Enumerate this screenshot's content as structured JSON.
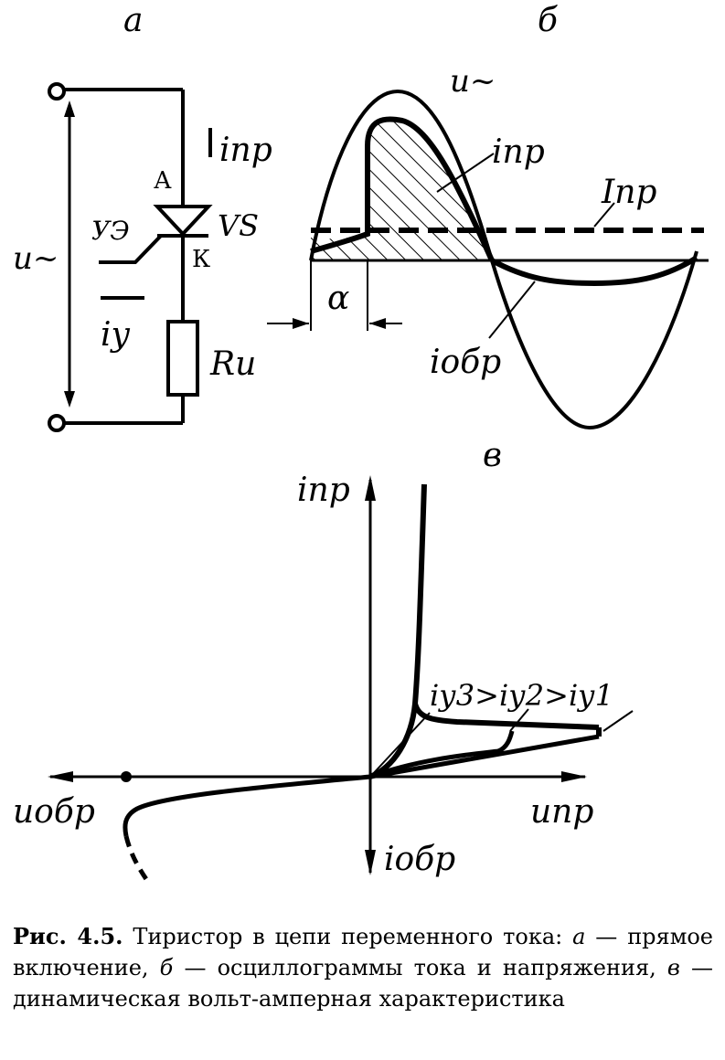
{
  "panels": {
    "a": "а",
    "b": "б",
    "v": "в"
  },
  "circuit": {
    "source_label": "u~",
    "current_forward": "iпр",
    "anode": "А",
    "cathode": "К",
    "control_electrode": "УЭ",
    "thyristor": "VS",
    "control_current": "iу",
    "load_resistor": "Rи"
  },
  "oscillogram": {
    "voltage_label": "u~",
    "current_label": "iпр",
    "holding_current_label": "Iпр",
    "angle_label": "α",
    "reverse_current_label": "iобр"
  },
  "vac": {
    "y_pos_label": "iпр",
    "y_neg_label": "iобр",
    "x_pos_label": "uпр",
    "x_neg_label": "uобр",
    "curves_label": "iу3>iу2>iу1"
  },
  "caption": {
    "number": "Рис. 4.5.",
    "text_1": " Тиристор в цепи переменного тока: ",
    "a": "а",
    "text_2": " — прямое включение, ",
    "b": "б",
    "text_3": " — осциллограммы тока и напряжения, ",
    "v": "в",
    "text_4": " — динамическая вольт-амперная характеристика"
  }
}
